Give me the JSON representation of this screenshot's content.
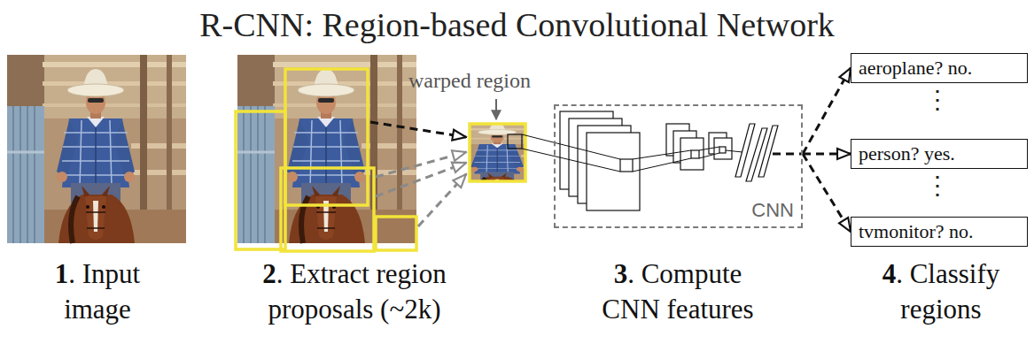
{
  "diagram": {
    "title": "R-CNN: Region-based Convolutional Network",
    "nodes": [
      {
        "text": [
          "CNN"
        ]
      },
      {
        "text": [
          "aeroplane? no."
        ]
      },
      {
        "text": [
          "person? yes."
        ]
      },
      {
        "text": [
          "tvmonitor? no."
        ]
      }
    ],
    "edges": [
      {
        "from": 0,
        "to": 1,
        "arrow": "to"
      },
      {
        "from": 0,
        "to": 2,
        "arrow": "to"
      },
      {
        "from": 0,
        "to": 3,
        "arrow": "to"
      }
    ],
    "labels": [
      "warped region",
      "⋮",
      "⋮",
      "1. Input image",
      "2. Extract region proposals (~2k)",
      "3. Compute CNN features",
      "4. Classify regions"
    ]
  }
}
